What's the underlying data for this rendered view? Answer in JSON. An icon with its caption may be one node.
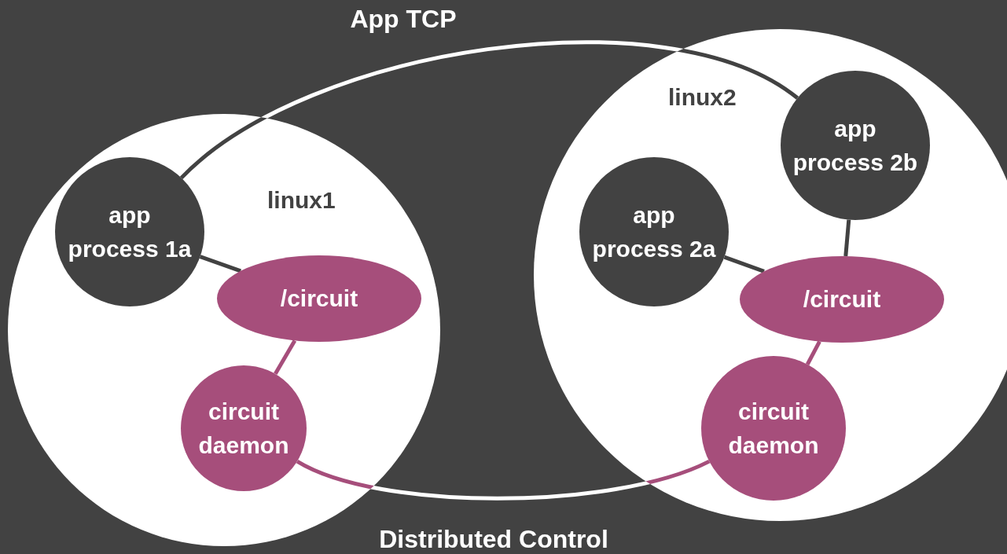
{
  "diagram": {
    "nodes": [
      {
        "text": [
          "linux1"
        ]
      },
      {
        "text": [
          "app process 1a"
        ],
        "in": 0
      },
      {
        "text": [
          "/circuit"
        ],
        "in": 0
      },
      {
        "text": [
          "circuit daemon"
        ],
        "in": 0
      },
      {
        "text": [
          "linux2"
        ]
      },
      {
        "text": [
          "app process 2b"
        ],
        "in": 4
      },
      {
        "text": [
          "app process 2a"
        ],
        "in": 4
      },
      {
        "text": [
          "/circuit"
        ],
        "in": 4
      },
      {
        "text": [
          "circuit daemon"
        ],
        "in": 4
      }
    ],
    "edges": [
      {
        "from": 1,
        "to": 5,
        "arrow": "none",
        "label": "App TCP",
        "color": "#ffffff"
      },
      {
        "from": 1,
        "to": 2,
        "arrow": "none"
      },
      {
        "from": 2,
        "to": 3,
        "arrow": "none",
        "color": "#a64e7b"
      },
      {
        "from": 6,
        "to": 7,
        "arrow": "none"
      },
      {
        "from": 5,
        "to": 7,
        "arrow": "none"
      },
      {
        "from": 8,
        "to": 7,
        "arrow": "none",
        "color": "#a64e7b"
      },
      {
        "from": 3,
        "to": 8,
        "arrow": "none",
        "label": "Distributed Control",
        "color": "#ffffff"
      }
    ]
  }
}
